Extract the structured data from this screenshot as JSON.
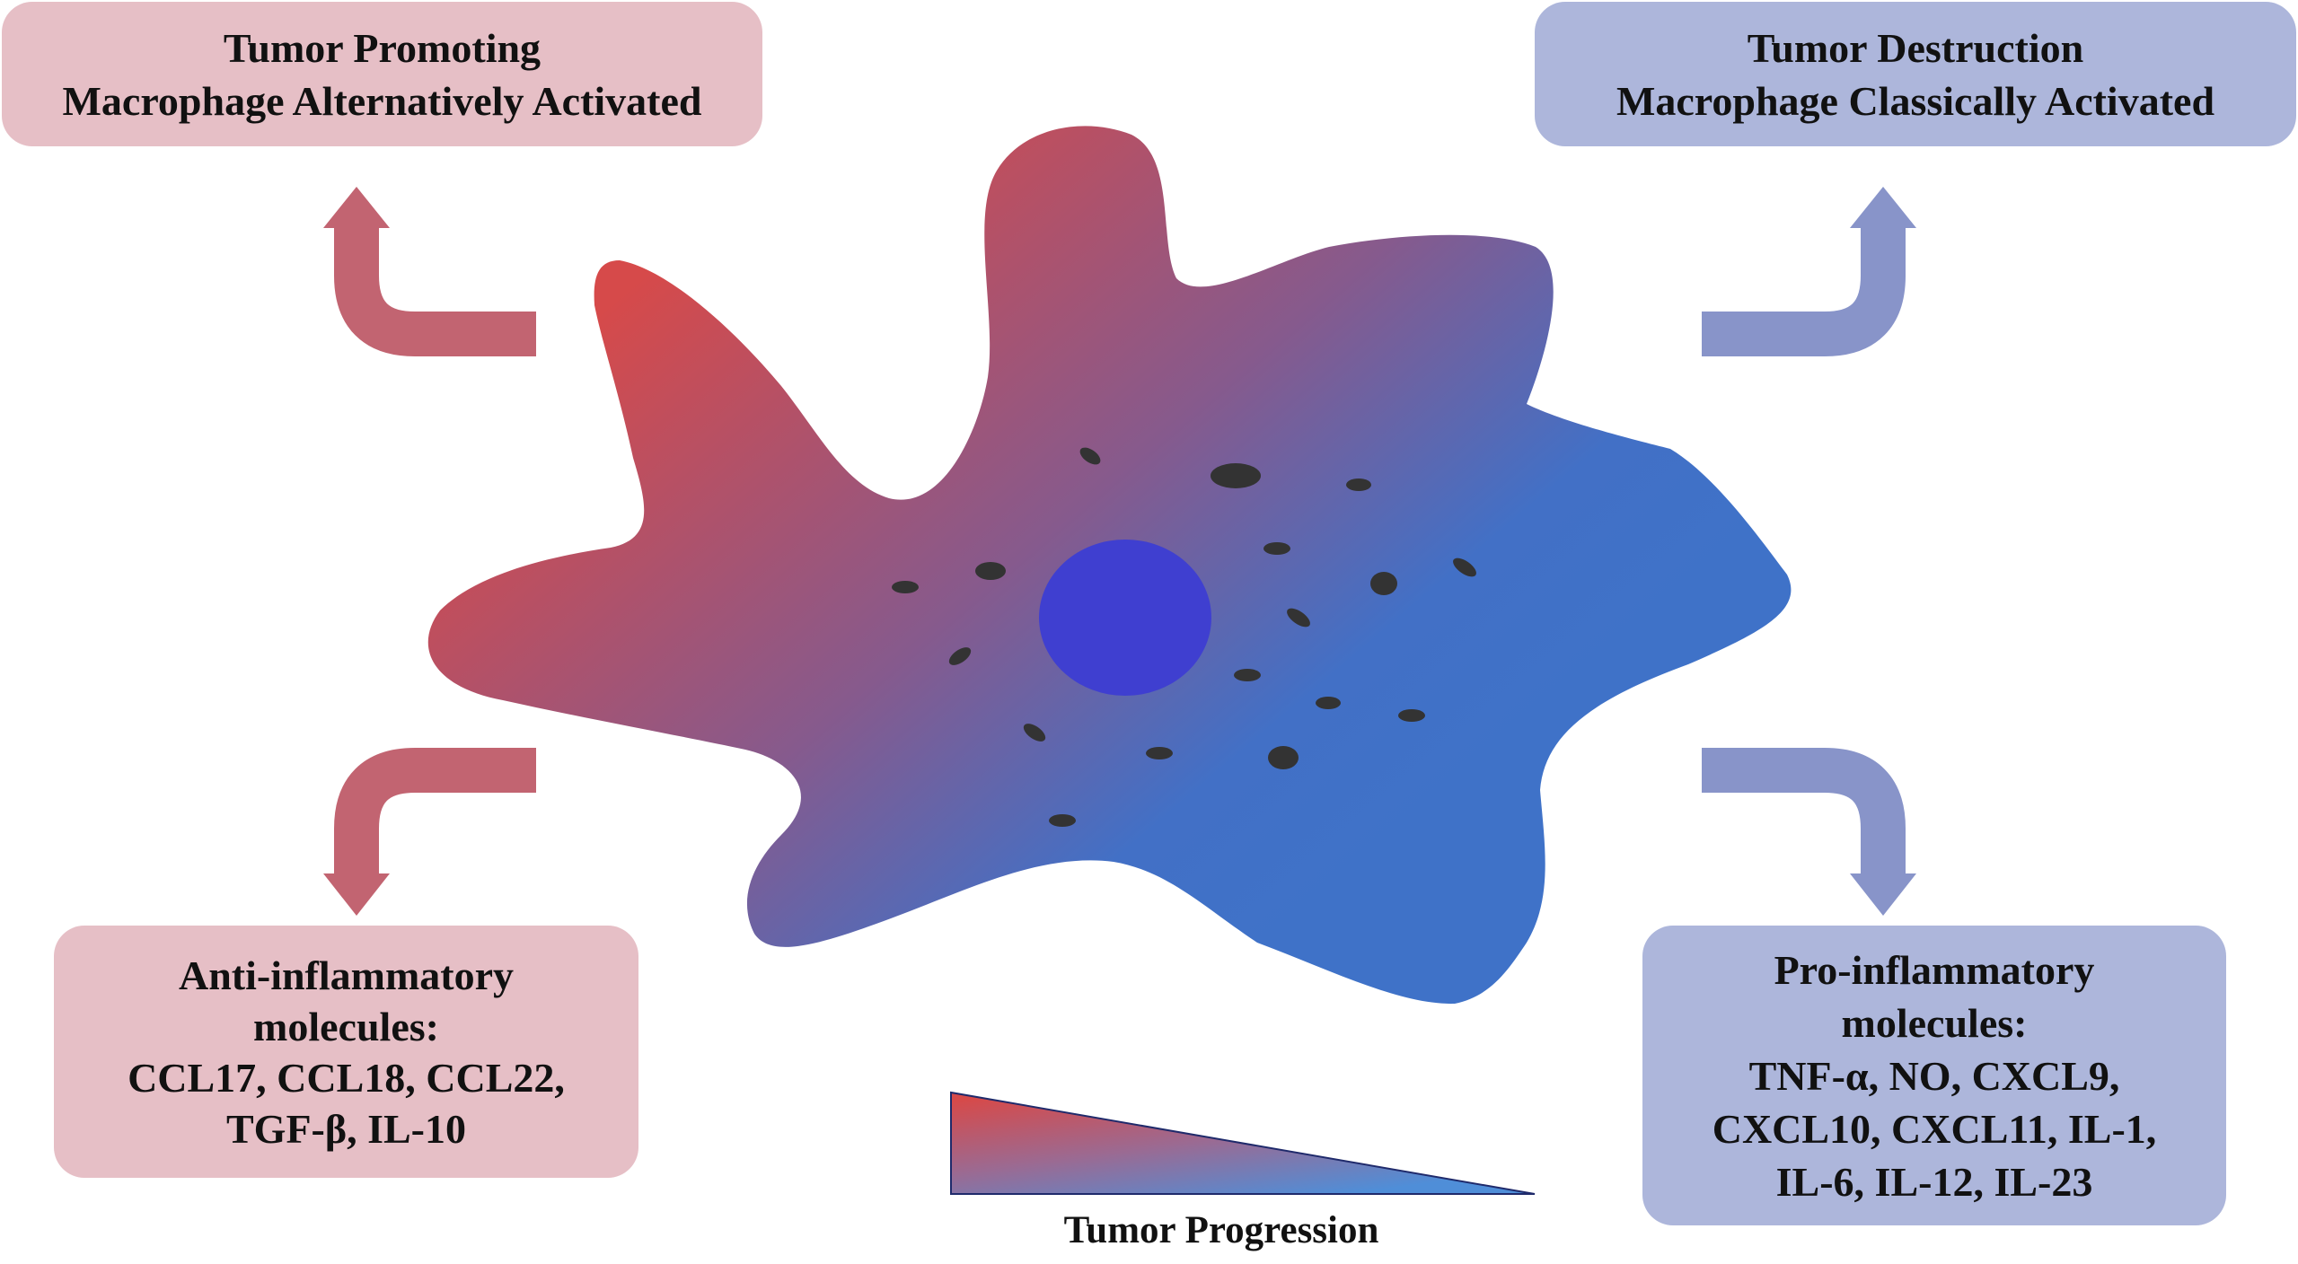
{
  "colors": {
    "red_box": "#e6bfc6",
    "blue_box": "#adb6db",
    "red_arrow": "#c26471",
    "blue_arrow": "#8894c9",
    "cell_red": "#d64a4a",
    "cell_blue": "#3f72c8",
    "nucleus": "#3f3fd0",
    "granule": "#333333",
    "wedge_outline": "#1f2a6b"
  },
  "boxes": {
    "tumor_promoting": {
      "line1": "Tumor Promoting",
      "line2": "Macrophage Alternatively Activated"
    },
    "tumor_destruction": {
      "line1": "Tumor Destruction",
      "line2": "Macrophage Classically Activated"
    },
    "anti_inflammatory": {
      "line1": "Anti-inflammatory",
      "line2": "molecules:",
      "line3": "CCL17, CCL18, CCL22,",
      "line4": "TGF-β, IL-10"
    },
    "pro_inflammatory": {
      "line1": "Pro-inflammatory",
      "line2": "molecules:",
      "line3": "TNF-α, NO, CXCL9,",
      "line4": "CXCL10, CXCL11, IL-1,",
      "line5": "IL-6, IL-12, IL-23"
    }
  },
  "caption": "Tumor Progression",
  "icons": {
    "arrow_up_left": "curved-arrow-up-icon",
    "arrow_down_left": "curved-arrow-down-icon",
    "arrow_up_right": "curved-arrow-up-icon",
    "arrow_down_right": "curved-arrow-down-icon"
  }
}
